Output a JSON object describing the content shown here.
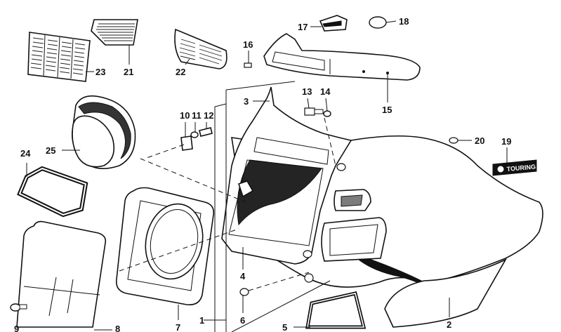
{
  "diagram": {
    "callouts": [
      {
        "id": "c1",
        "text": "1"
      },
      {
        "id": "c2",
        "text": "2"
      },
      {
        "id": "c3",
        "text": "3"
      },
      {
        "id": "c4",
        "text": "4"
      },
      {
        "id": "c5",
        "text": "5"
      },
      {
        "id": "c6",
        "text": "6"
      },
      {
        "id": "c7",
        "text": "7"
      },
      {
        "id": "c8",
        "text": "8"
      },
      {
        "id": "c9",
        "text": "9"
      },
      {
        "id": "c10",
        "text": "10"
      },
      {
        "id": "c11",
        "text": "11"
      },
      {
        "id": "c12",
        "text": "12"
      },
      {
        "id": "c13",
        "text": "13"
      },
      {
        "id": "c14",
        "text": "14"
      },
      {
        "id": "c15",
        "text": "15"
      },
      {
        "id": "c16",
        "text": "16"
      },
      {
        "id": "c17",
        "text": "17"
      },
      {
        "id": "c18",
        "text": "18"
      },
      {
        "id": "c19",
        "text": "19"
      },
      {
        "id": "c20",
        "text": "20"
      },
      {
        "id": "c21",
        "text": "21"
      },
      {
        "id": "c22",
        "text": "22"
      },
      {
        "id": "c23",
        "text": "23"
      },
      {
        "id": "c24",
        "text": "24"
      },
      {
        "id": "c25",
        "text": "25"
      }
    ],
    "badge_text": "TOURING"
  }
}
